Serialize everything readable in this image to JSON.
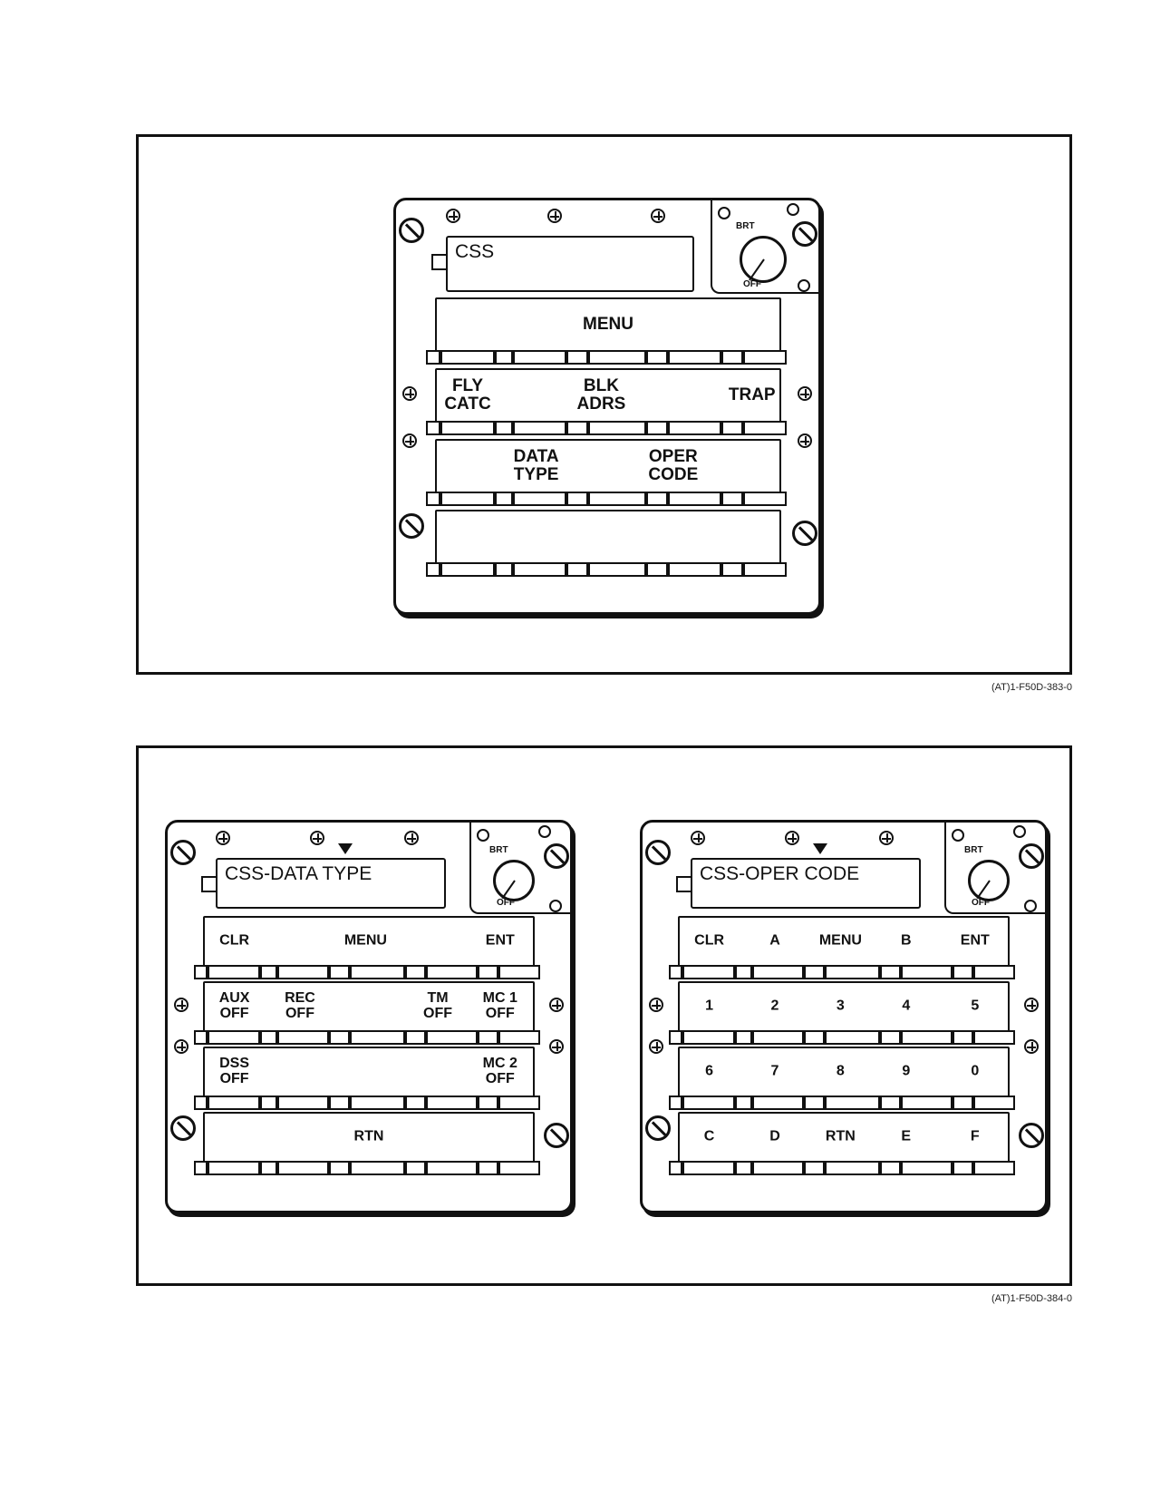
{
  "figures": [
    {
      "id": "(AT)1-F50D-383-0",
      "panel": {
        "display": "CSS",
        "knob_top": "BRT",
        "knob_bottom": "OFF",
        "rows": [
          [
            {
              "text": "MENU"
            }
          ],
          [
            {
              "text": "FLY\nCATC"
            },
            {
              "text": "BLK\nADRS"
            },
            {
              "text": "TRAP"
            }
          ],
          [
            {
              "text": "DATA\nTYPE"
            },
            {
              "text": "OPER\nCODE"
            }
          ],
          []
        ]
      }
    },
    {
      "id": "(AT)1-F50D-384-0",
      "panels": [
        {
          "display": "CSS-DATA TYPE",
          "knob_top": "BRT",
          "knob_bottom": "OFF",
          "rows": [
            [
              {
                "text": "CLR"
              },
              {
                "text": "MENU"
              },
              {
                "text": "ENT"
              }
            ],
            [
              {
                "text": "AUX\nOFF"
              },
              {
                "text": "REC\nOFF"
              },
              {
                "text": "TM\nOFF"
              },
              {
                "text": "MC 1\nOFF"
              }
            ],
            [
              {
                "text": "DSS\nOFF"
              },
              {
                "text": "MC 2\nOFF"
              }
            ],
            [
              {
                "text": "RTN"
              }
            ]
          ]
        },
        {
          "display": "CSS-OPER CODE",
          "knob_top": "BRT",
          "knob_bottom": "OFF",
          "rows": [
            [
              {
                "text": "CLR"
              },
              {
                "text": "A"
              },
              {
                "text": "MENU"
              },
              {
                "text": "B"
              },
              {
                "text": "ENT"
              }
            ],
            [
              {
                "text": "1"
              },
              {
                "text": "2"
              },
              {
                "text": "3"
              },
              {
                "text": "4"
              },
              {
                "text": "5"
              }
            ],
            [
              {
                "text": "6"
              },
              {
                "text": "7"
              },
              {
                "text": "8"
              },
              {
                "text": "9"
              },
              {
                "text": "0"
              }
            ],
            [
              {
                "text": "C"
              },
              {
                "text": "D"
              },
              {
                "text": "RTN"
              },
              {
                "text": "E"
              },
              {
                "text": "F"
              }
            ]
          ]
        }
      ]
    }
  ]
}
